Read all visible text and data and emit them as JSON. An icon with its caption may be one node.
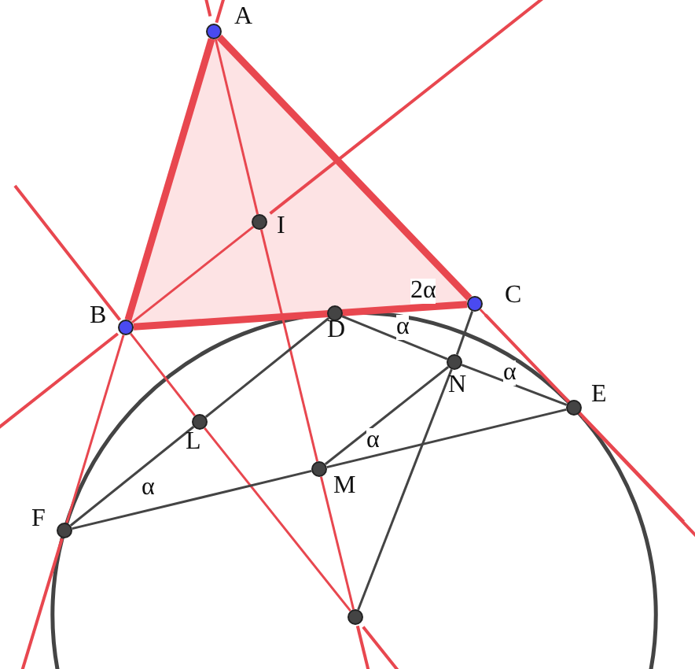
{
  "diagram": {
    "nodes": [
      {
        "text": [
          "A"
        ]
      },
      {
        "text": [
          "B"
        ]
      },
      {
        "text": [
          "C"
        ]
      },
      {
        "text": [
          "I"
        ]
      },
      {
        "text": [
          "D"
        ]
      },
      {
        "text": [
          "N"
        ]
      },
      {
        "text": [
          "E"
        ]
      },
      {
        "text": [
          "L"
        ]
      },
      {
        "text": [
          "M"
        ]
      },
      {
        "text": [
          "F"
        ]
      },
      {
        "text": [],
        "shape": "circle"
      }
    ],
    "edges": [
      {
        "from": 0,
        "to": 1,
        "arrow": "none",
        "style": "thick"
      },
      {
        "from": 0,
        "to": 2,
        "arrow": "none",
        "style": "thick"
      },
      {
        "from": 1,
        "to": 2,
        "arrow": "none",
        "style": "thick"
      },
      {
        "from": 1,
        "to": 9,
        "arrow": "none"
      },
      {
        "from": 2,
        "to": 6,
        "arrow": "none"
      },
      {
        "from": 0,
        "to": 3,
        "arrow": "none"
      },
      {
        "from": 3,
        "to": 8,
        "arrow": "none"
      },
      {
        "from": 8,
        "to": 10,
        "arrow": "none"
      },
      {
        "from": 1,
        "to": 3,
        "arrow": "none"
      },
      {
        "from": 1,
        "to": 7,
        "arrow": "none"
      },
      {
        "from": 7,
        "to": 10,
        "arrow": "none"
      },
      {
        "from": 9,
        "to": 7,
        "arrow": "none",
        "color": "#444444"
      },
      {
        "from": 7,
        "to": 4,
        "arrow": "none",
        "color": "#444444"
      },
      {
        "from": 9,
        "to": 8,
        "arrow": "none",
        "color": "#444444"
      },
      {
        "from": 8,
        "to": 6,
        "arrow": "none",
        "color": "#444444"
      },
      {
        "from": 4,
        "to": 5,
        "arrow": "none",
        "color": "#444444"
      },
      {
        "from": 5,
        "to": 6,
        "arrow": "none",
        "color": "#444444"
      },
      {
        "from": 2,
        "to": 5,
        "arrow": "none",
        "color": "#444444"
      },
      {
        "from": 5,
        "to": 10,
        "arrow": "none",
        "color": "#444444"
      },
      {
        "from": 8,
        "to": 5,
        "arrow": "none",
        "color": "#444444"
      }
    ],
    "labels": [
      "2α",
      "α",
      "α",
      "α",
      "α"
    ]
  }
}
